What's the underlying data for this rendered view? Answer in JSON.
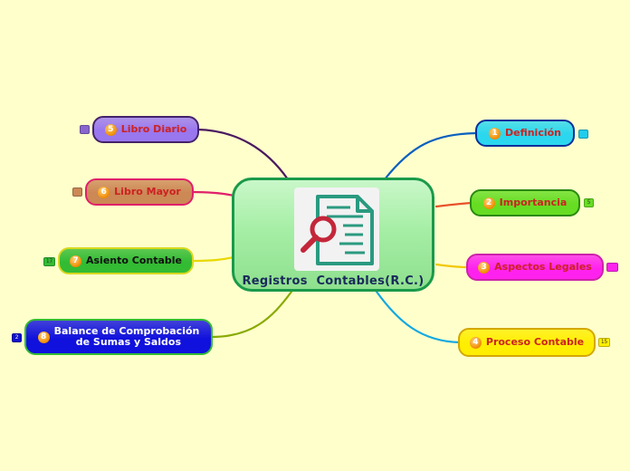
{
  "colors": {
    "background": "#ffffcc",
    "central_fill": "#a6eea6",
    "central_border": "#1a9a4a"
  },
  "central": {
    "title": "Registros  Contables(R.C.)",
    "icon": "document-magnifier-icon"
  },
  "topics": [
    {
      "id": "definicion",
      "number": "1",
      "label": "Definición",
      "fill": "#2ad7ee",
      "border": "#0a2f9a",
      "text_color": "#cc2222",
      "side": "right",
      "badge": ""
    },
    {
      "id": "importancia",
      "number": "2",
      "label": "Importancia",
      "fill": "#66dd22",
      "border": "#2a8a10",
      "text_color": "#cc2222",
      "side": "right",
      "badge": "5"
    },
    {
      "id": "aspectos-legales",
      "number": "3",
      "label": "Aspectos Legales",
      "fill": "#ff22ee",
      "border": "#cc22aa",
      "text_color": "#cc2222",
      "side": "right",
      "badge": ""
    },
    {
      "id": "proceso-contable",
      "number": "4",
      "label": "Proceso Contable",
      "fill": "#ffee00",
      "border": "#d4a800",
      "text_color": "#cc2222",
      "side": "right",
      "badge": "15"
    },
    {
      "id": "libro-diario",
      "number": "5",
      "label": "Libro Diario",
      "fill": "#9977ee",
      "border": "#44226a",
      "text_color": "#cc2222",
      "side": "left",
      "badge": ""
    },
    {
      "id": "libro-mayor",
      "number": "6",
      "label": "Libro Mayor",
      "fill": "#cc8855",
      "border": "#e0206a",
      "text_color": "#cc2222",
      "side": "left",
      "badge": ""
    },
    {
      "id": "asiento-contable",
      "number": "7",
      "label": "Asiento Contable",
      "fill": "#33bb33",
      "border": "#d8d820",
      "text_color": "#111111",
      "side": "left",
      "badge": "17"
    },
    {
      "id": "balance",
      "number": "8",
      "label": "Balance de Comprobación\n de Sumas y Saldos",
      "fill": "#1111dd",
      "border": "#33bb33",
      "text_color": "#ffffff",
      "side": "left",
      "badge": "2"
    }
  ],
  "badge_colors": {
    "definicion": "#22ccee",
    "importancia": "#66dd22",
    "aspectos-legales": "#ff22ee",
    "proceso-contable": "#ffee00",
    "libro-diario": "#8866cc",
    "libro-mayor": "#cc8855",
    "asiento-contable": "#33bb33",
    "balance": "#1111cc"
  },
  "connector_colors": {
    "definicion": "#0a5fbf",
    "importancia": "#e8502a",
    "aspectos-legales": "#f0c800",
    "proceso-contable": "#12a8e0",
    "libro-diario": "#4a1a60",
    "libro-mayor": "#e0206a",
    "asiento-contable": "#e8d800",
    "balance": "#88aa00"
  }
}
